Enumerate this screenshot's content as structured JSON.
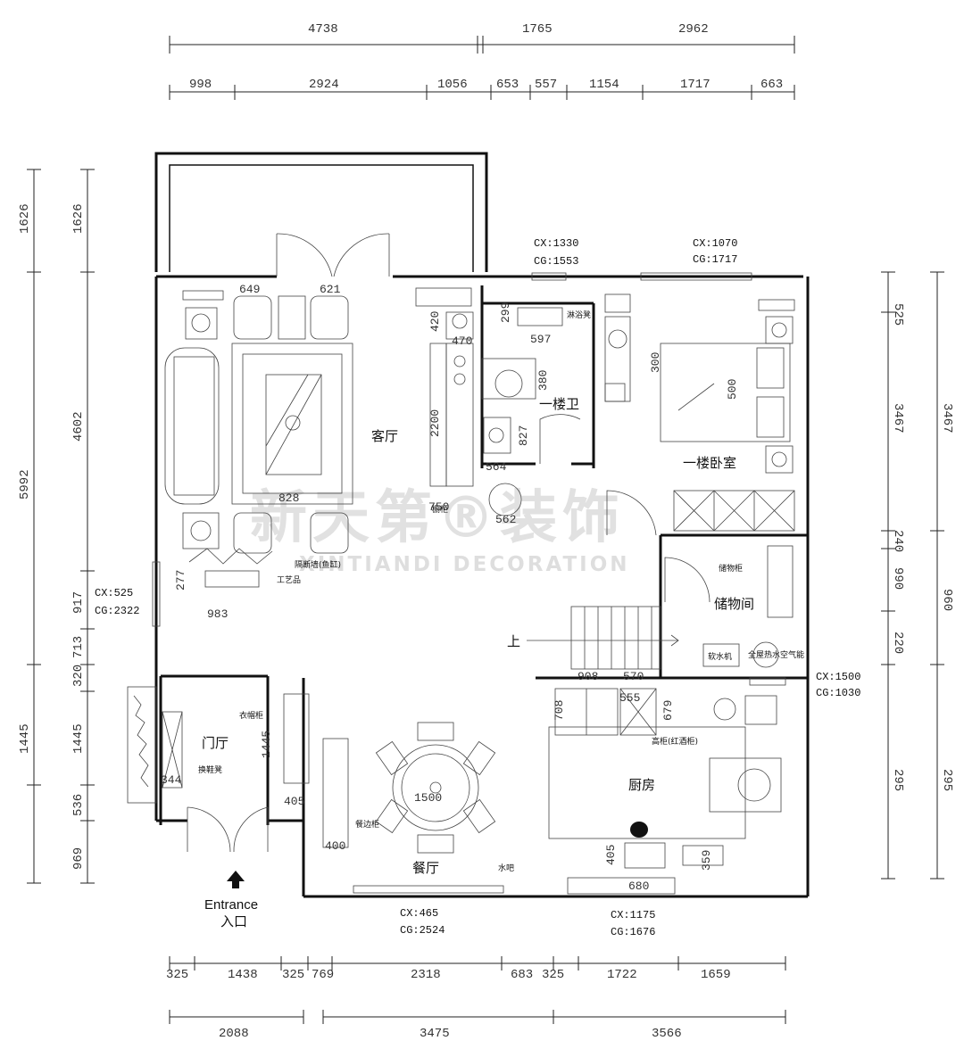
{
  "dims": {
    "top_outer": [
      "4738",
      "1765",
      "2962"
    ],
    "top_inner": [
      "998",
      "2924",
      "1056",
      "653",
      "557",
      "1154",
      "1717",
      "663"
    ],
    "bottom_inner": [
      "325",
      "1438",
      "325",
      "769",
      "2318",
      "683",
      "325",
      "1722",
      "1659"
    ],
    "bottom_outer": [
      "2088",
      "3475",
      "3566"
    ],
    "left_outer": [
      "1626",
      "5992",
      "1445",
      "969"
    ],
    "left_inner": [
      "1626",
      "4602",
      "917",
      "713",
      "320",
      "1445",
      "536",
      "969"
    ],
    "right_inner": [
      "525",
      "3467",
      "240",
      "990",
      "220",
      "295"
    ],
    "right_outer": [
      "3467",
      "960",
      "295"
    ]
  },
  "windows": {
    "w1": {
      "cx": "CX:1330",
      "cg": "CG:1553"
    },
    "w2": {
      "cx": "CX:1070",
      "cg": "CG:1717"
    },
    "w3": {
      "cx": "CX:525",
      "cg": "CG:2322"
    },
    "w4": {
      "cx": "CX:1500",
      "cg": "CG:1030"
    },
    "w5": {
      "cx": "CX:465",
      "cg": "CG:2524"
    },
    "w6": {
      "cx": "CX:1175",
      "cg": "CG:1676"
    }
  },
  "rooms": {
    "living": "客厅",
    "bath": "一楼卫",
    "bedroom": "一楼卧室",
    "storage": "储物间",
    "foyer": "门厅",
    "dining": "餐厅",
    "kitchen": "厨房"
  },
  "labels": {
    "shower_seat": "淋浴凳",
    "cabinet": "橱柜",
    "partition": "隔断墙(鱼缸)",
    "artwork": "工艺品",
    "storage_cab": "储物柜",
    "up": "上",
    "softener": "软水机",
    "heater": "全屋热水空气能",
    "wardrobe": "衣帽柜",
    "shoe_bench": "换鞋凳",
    "sideboard": "餐边柜",
    "tall_cab": "高柜(红酒柜)",
    "water_bar": "水吧"
  },
  "inner_dims": {
    "d649": "649",
    "d621": "621",
    "d420": "420",
    "d470": "470",
    "d299": "299",
    "d597": "597",
    "d380": "380",
    "d2200": "2200",
    "d827": "827",
    "d564": "564",
    "d750": "750",
    "d562": "562",
    "d300": "300",
    "d500": "500",
    "d828": "828",
    "d983": "983",
    "d277": "277",
    "d1445": "1445",
    "d344": "344",
    "d405a": "405",
    "d400": "400",
    "d908": "908",
    "d570": "570",
    "d708": "708",
    "d405b": "405",
    "d680": "680",
    "d359": "359",
    "d1500": "1500",
    "d555": "555",
    "d679": "679"
  },
  "entrance": {
    "en": "Entrance",
    "zh": "入口"
  },
  "watermark": {
    "zh": "新天第®装饰",
    "en": "XINTIANDI DECORATION"
  }
}
